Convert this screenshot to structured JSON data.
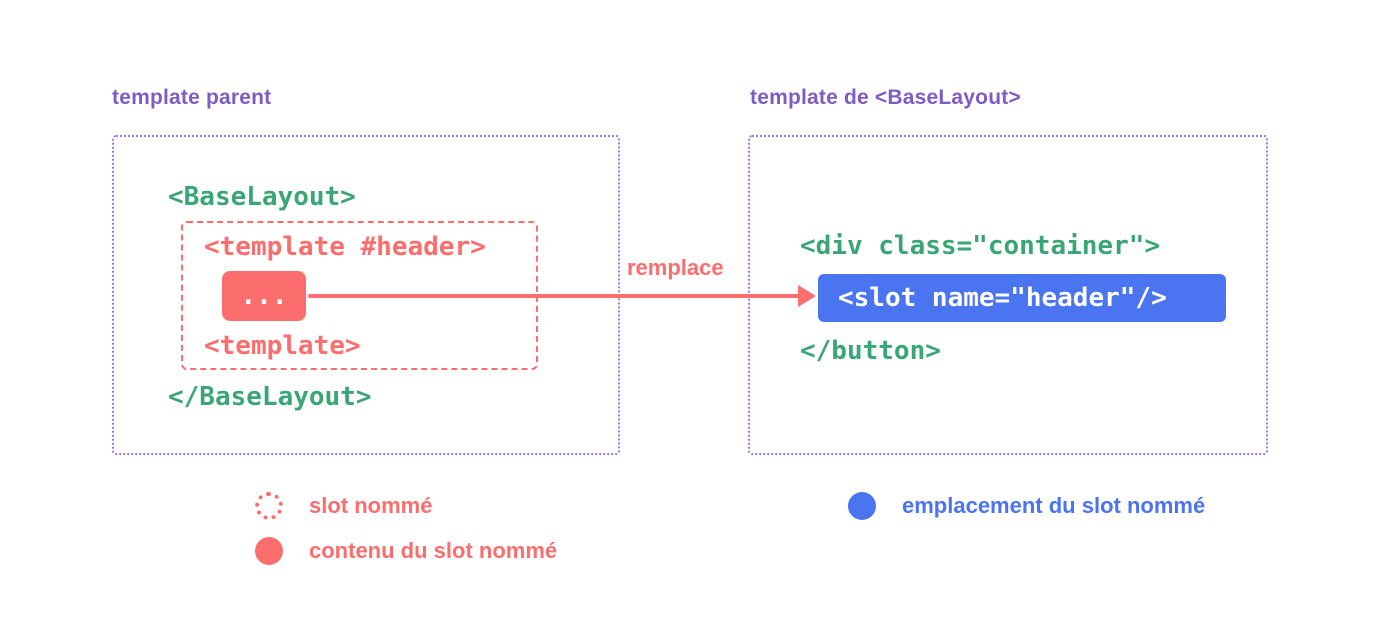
{
  "colors": {
    "purple": "#7d5cc6",
    "purple_border": "#9b7ce0",
    "green": "#3aa675",
    "coral": "#fc6d6d",
    "blue": "#4a74f0",
    "background": "#ffffff"
  },
  "left_panel": {
    "title": "template parent",
    "code": {
      "open_tag": "<BaseLayout>",
      "slot_open_tag": "<template #header>",
      "slot_content": "...",
      "slot_close_tag": "<template>",
      "close_tag": "</BaseLayout>"
    }
  },
  "arrow": {
    "label": "remplace"
  },
  "right_panel": {
    "title": "template de <BaseLayout>",
    "code": {
      "open_tag": "<div class=\"container\">",
      "slot_tag": "<slot name=\"header\"/>",
      "close_tag": "</button>"
    }
  },
  "legend": {
    "items": [
      {
        "icon": "dotted-circle",
        "label": "slot nommé",
        "color": "coral"
      },
      {
        "icon": "filled-circle",
        "label": "contenu du slot nommé",
        "color": "coral"
      },
      {
        "icon": "filled-circle",
        "label": "emplacement du slot nommé",
        "color": "blue"
      }
    ]
  }
}
